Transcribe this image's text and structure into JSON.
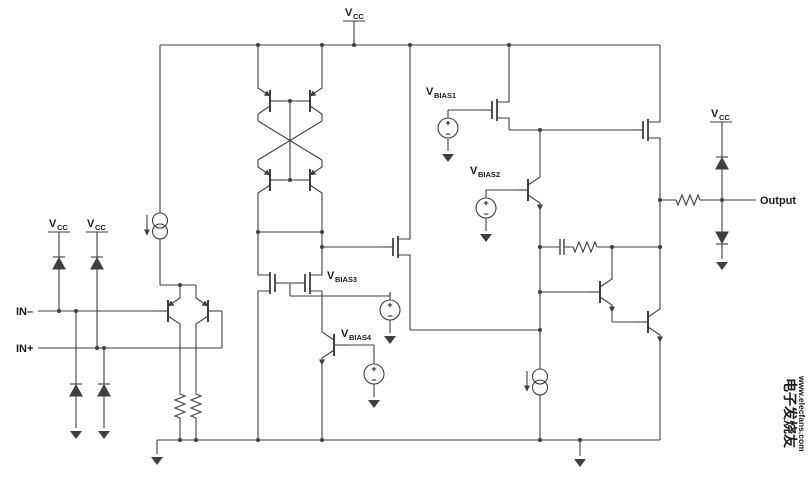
{
  "diagram": {
    "labels": {
      "v": "V",
      "cc": "CC",
      "bias1": "BIAS1",
      "bias2": "BIAS2",
      "bias3": "BIAS3",
      "bias4": "BIAS4",
      "in_minus": "IN–",
      "in_plus": "IN+",
      "output": "Output",
      "plus": "+",
      "minus": "−"
    },
    "watermark": {
      "line1": "电子发烧友",
      "line2": "www.elecfans.com",
      "color": "#cf2030"
    },
    "colors": {
      "wire": "#3f3f3f",
      "label": "#1a1a1a",
      "background": "#ffffff"
    }
  }
}
